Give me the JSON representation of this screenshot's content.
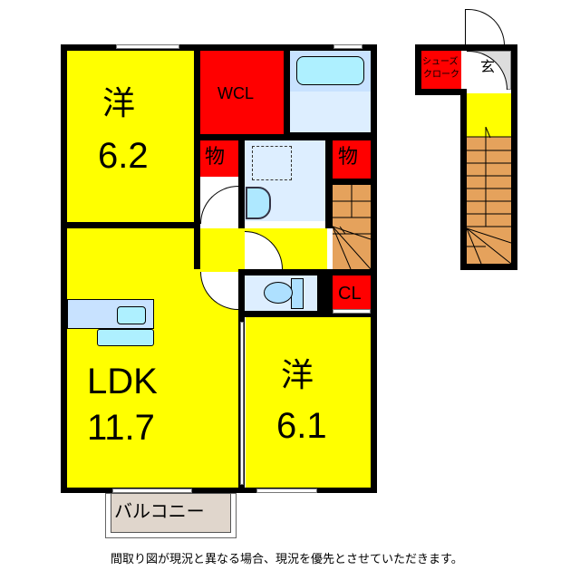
{
  "floor_plan": {
    "main_unit": {
      "rooms": [
        {
          "id": "western-room-1",
          "label": "洋",
          "size": "6.2"
        },
        {
          "id": "walk-in-closet",
          "label": "WCL"
        },
        {
          "id": "storage-1",
          "label": "物"
        },
        {
          "id": "storage-2",
          "label": "物"
        },
        {
          "id": "ldk",
          "label": "LDK",
          "size": "11.7"
        },
        {
          "id": "western-room-2",
          "label": "洋",
          "size": "6.1"
        },
        {
          "id": "closet",
          "label": "CL"
        },
        {
          "id": "balcony",
          "label": "バルコニー"
        }
      ]
    },
    "entrance_unit": {
      "shoe_closet_label_line1": "シューズ",
      "shoe_closet_label_line2": "クローク",
      "entrance_label": "玄"
    },
    "colors": {
      "room": "#ffff00",
      "storage": "#ff0000",
      "wet_area": "#ddeeff",
      "stairs": "#e5a25c",
      "balcony": "#e0d6cc",
      "wall": "#000000"
    }
  },
  "footer": {
    "disclaimer": "間取り図が現況と異なる場合、現況を優先とさせていただきます。"
  }
}
